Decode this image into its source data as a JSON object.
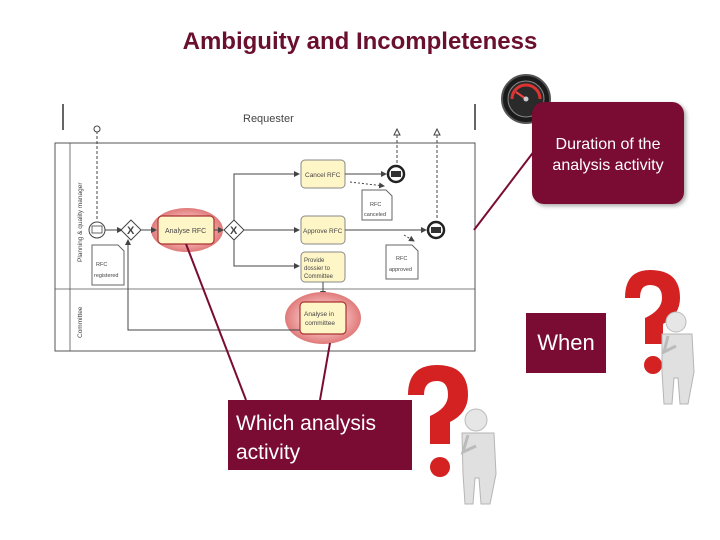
{
  "slide": {
    "title": "Ambiguity and Incompleteness"
  },
  "diagram": {
    "pool_label": "Requester",
    "lane_labels": [
      "Planning & quality manager",
      "Committee"
    ],
    "tasks": [
      "Cancel RFC",
      "Analyse RFC",
      "Approve RFC",
      "Provide dossier to Committee",
      "Analyse in committee"
    ],
    "data_objects": [
      "RFC registered",
      "RFC canceled",
      "RFC approved"
    ],
    "gateway_symbol": "X"
  },
  "callouts": {
    "duration": "Duration of the analysis activity",
    "when": "When",
    "which": "Which analysis activity"
  },
  "icons": [
    "stopwatch-icon",
    "question-man-icon",
    "question-man-icon"
  ],
  "colors": {
    "title": "#6b0f2e",
    "callout_bg": "#7a0b32",
    "highlight": "#e8a0a0",
    "task_fill": "#fff6c8",
    "connector": "#7a0b32"
  }
}
